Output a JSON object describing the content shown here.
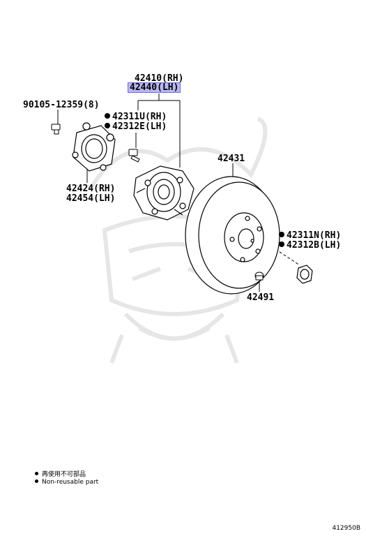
{
  "parts": {
    "hub_rh": "42410(RH)",
    "hub_lh": "42440(LH)",
    "bolt": "90105-12359(8)",
    "hub_bolt_rh": "42311U(RH)",
    "hub_bolt_lh": "42312E(LH)",
    "rotor": "42431",
    "backing_rh": "42424(RH)",
    "backing_lh": "42454(LH)",
    "nut_rh": "42311N(RH)",
    "nut_lh": "42312B(LH)",
    "plug": "42491"
  },
  "legend": {
    "jp": "再使用不可部品",
    "en": "Non-reusable part"
  },
  "figure_number": "412950B",
  "colors": {
    "highlight": "#b9b7f2",
    "line": "#000000",
    "watermark": "#e6e6e6"
  }
}
